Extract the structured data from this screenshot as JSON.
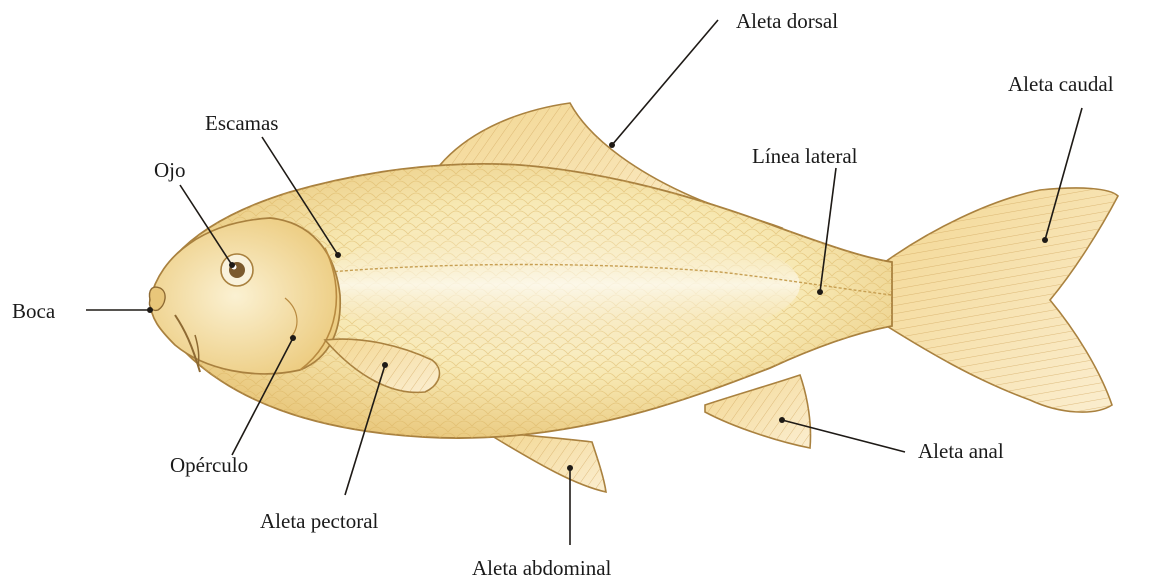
{
  "labels": {
    "dorsal_fin": "Aleta dorsal",
    "caudal_fin": "Aleta caudal",
    "scales": "Escamas",
    "lateral_line": "Línea lateral",
    "eye": "Ojo",
    "mouth": "Boca",
    "operculum": "Opérculo",
    "pectoral_fin": "Aleta pectoral",
    "abdominal_fin": "Aleta abdominal",
    "anal_fin": "Aleta anal"
  },
  "colors": {
    "body_light": "#fbf6e4",
    "body_mid": "#f6e3a2",
    "body_dark": "#e6c373",
    "fin": "#f4dca0",
    "outline": "#a9813f"
  }
}
